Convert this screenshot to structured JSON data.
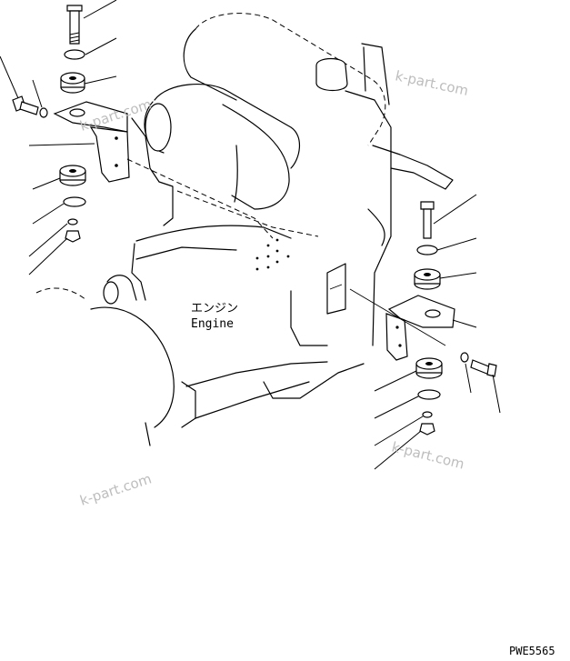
{
  "engine_label": {
    "japanese": "エンジン",
    "english": "Engine"
  },
  "watermarks": [
    "k-part.com",
    "k-part.com",
    "k-part.com",
    "k-part.com"
  ],
  "figure_code": "PWE5565"
}
